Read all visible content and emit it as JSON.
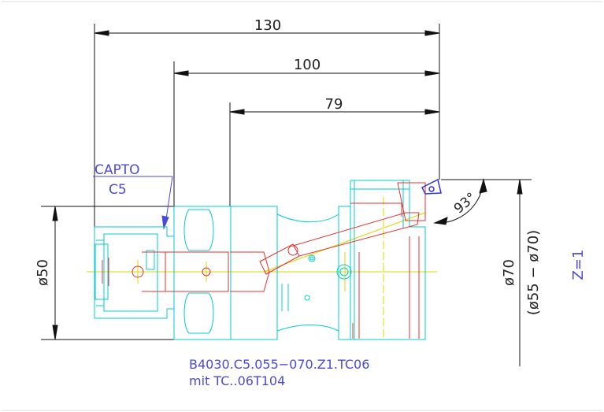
{
  "drawing": {
    "dimensions": {
      "overall_length": "130",
      "length_mid": "100",
      "length_short": "79",
      "shank_diameter": "ø50",
      "cutting_diameter": "ø70",
      "diameter_range": "(ø55 − ø70)",
      "approach_angle": "93°",
      "teeth_count": "Z=1"
    },
    "capto_label": {
      "line1": "CAPTO",
      "line2": "C5"
    },
    "part_number": "B4030.C5.055−070.Z1.TC06",
    "insert_note": "mit TC..06T104",
    "colors": {
      "dimension": "#111111",
      "body_outline": "#00cccc",
      "hidden_detail": "#e83030",
      "centerline": "#d8d800",
      "annotation_text": "#4a4ad8",
      "insert": "#3030e0"
    }
  }
}
